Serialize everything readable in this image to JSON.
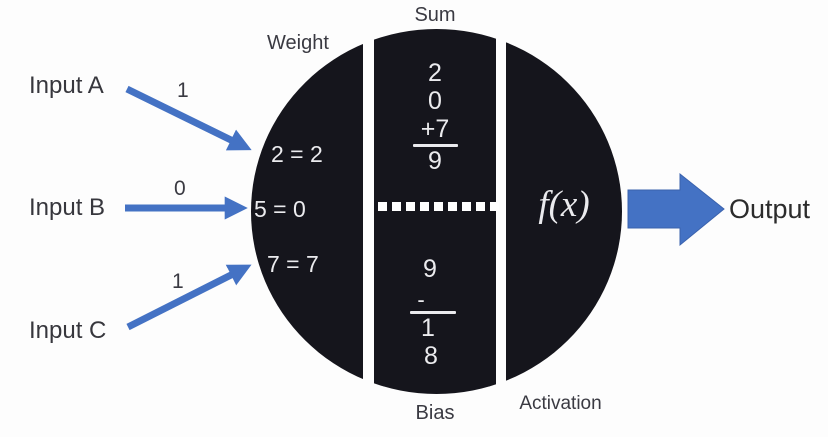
{
  "labels": {
    "weight": "Weight",
    "sum": "Sum",
    "bias": "Bias",
    "activation": "Activation",
    "output": "Output"
  },
  "inputs": [
    {
      "label": "Input A",
      "signal": "1",
      "weight_calc": "2 = 2"
    },
    {
      "label": "Input B",
      "signal": "0",
      "weight_calc": "5 = 0"
    },
    {
      "label": "Input C",
      "signal": "1",
      "weight_calc": "7 = 7"
    }
  ],
  "sum_block": {
    "addends": [
      "2",
      "0",
      "+7"
    ],
    "total": "9"
  },
  "bias_block": {
    "sum_in": "9",
    "operator": "-",
    "bias_value": "1",
    "result": "8"
  },
  "activation_block": {
    "function": "f(x)"
  },
  "colors": {
    "arrow_blue": "#4472C4",
    "neuron_black": "#15151c",
    "text_light": "#ebebee",
    "text_dark": "#3a3a42"
  }
}
